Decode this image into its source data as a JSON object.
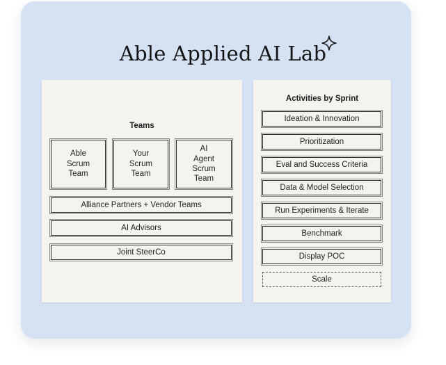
{
  "title": "Able Applied AI Lab",
  "icons": {
    "title_decoration": "sparkle-icon"
  },
  "colors": {
    "card_background": "#d5e2f4",
    "panel_background": "#f5f3ee",
    "box_border": "#2a2a2a"
  },
  "teams": {
    "heading": "Teams",
    "scrum_teams": [
      {
        "label": "Able\nScrum\nTeam"
      },
      {
        "label": "Your\nScrum\nTeam"
      },
      {
        "label": "AI\nAgent\nScrum\nTeam"
      }
    ],
    "groups": [
      {
        "label": "Alliance Partners + Vendor Teams"
      },
      {
        "label": "AI Advisors"
      },
      {
        "label": "Joint SteerCo"
      }
    ]
  },
  "activities": {
    "heading": "Activities by Sprint",
    "items": [
      {
        "label": "Ideation & Innovation"
      },
      {
        "label": "Prioritization"
      },
      {
        "label": "Eval and Success Criteria"
      },
      {
        "label": "Data & Model Selection"
      },
      {
        "label": "Run Experiments & Iterate"
      },
      {
        "label": "Benchmark"
      },
      {
        "label": "Display POC"
      },
      {
        "label": "Scale",
        "style": "dashed"
      }
    ]
  }
}
